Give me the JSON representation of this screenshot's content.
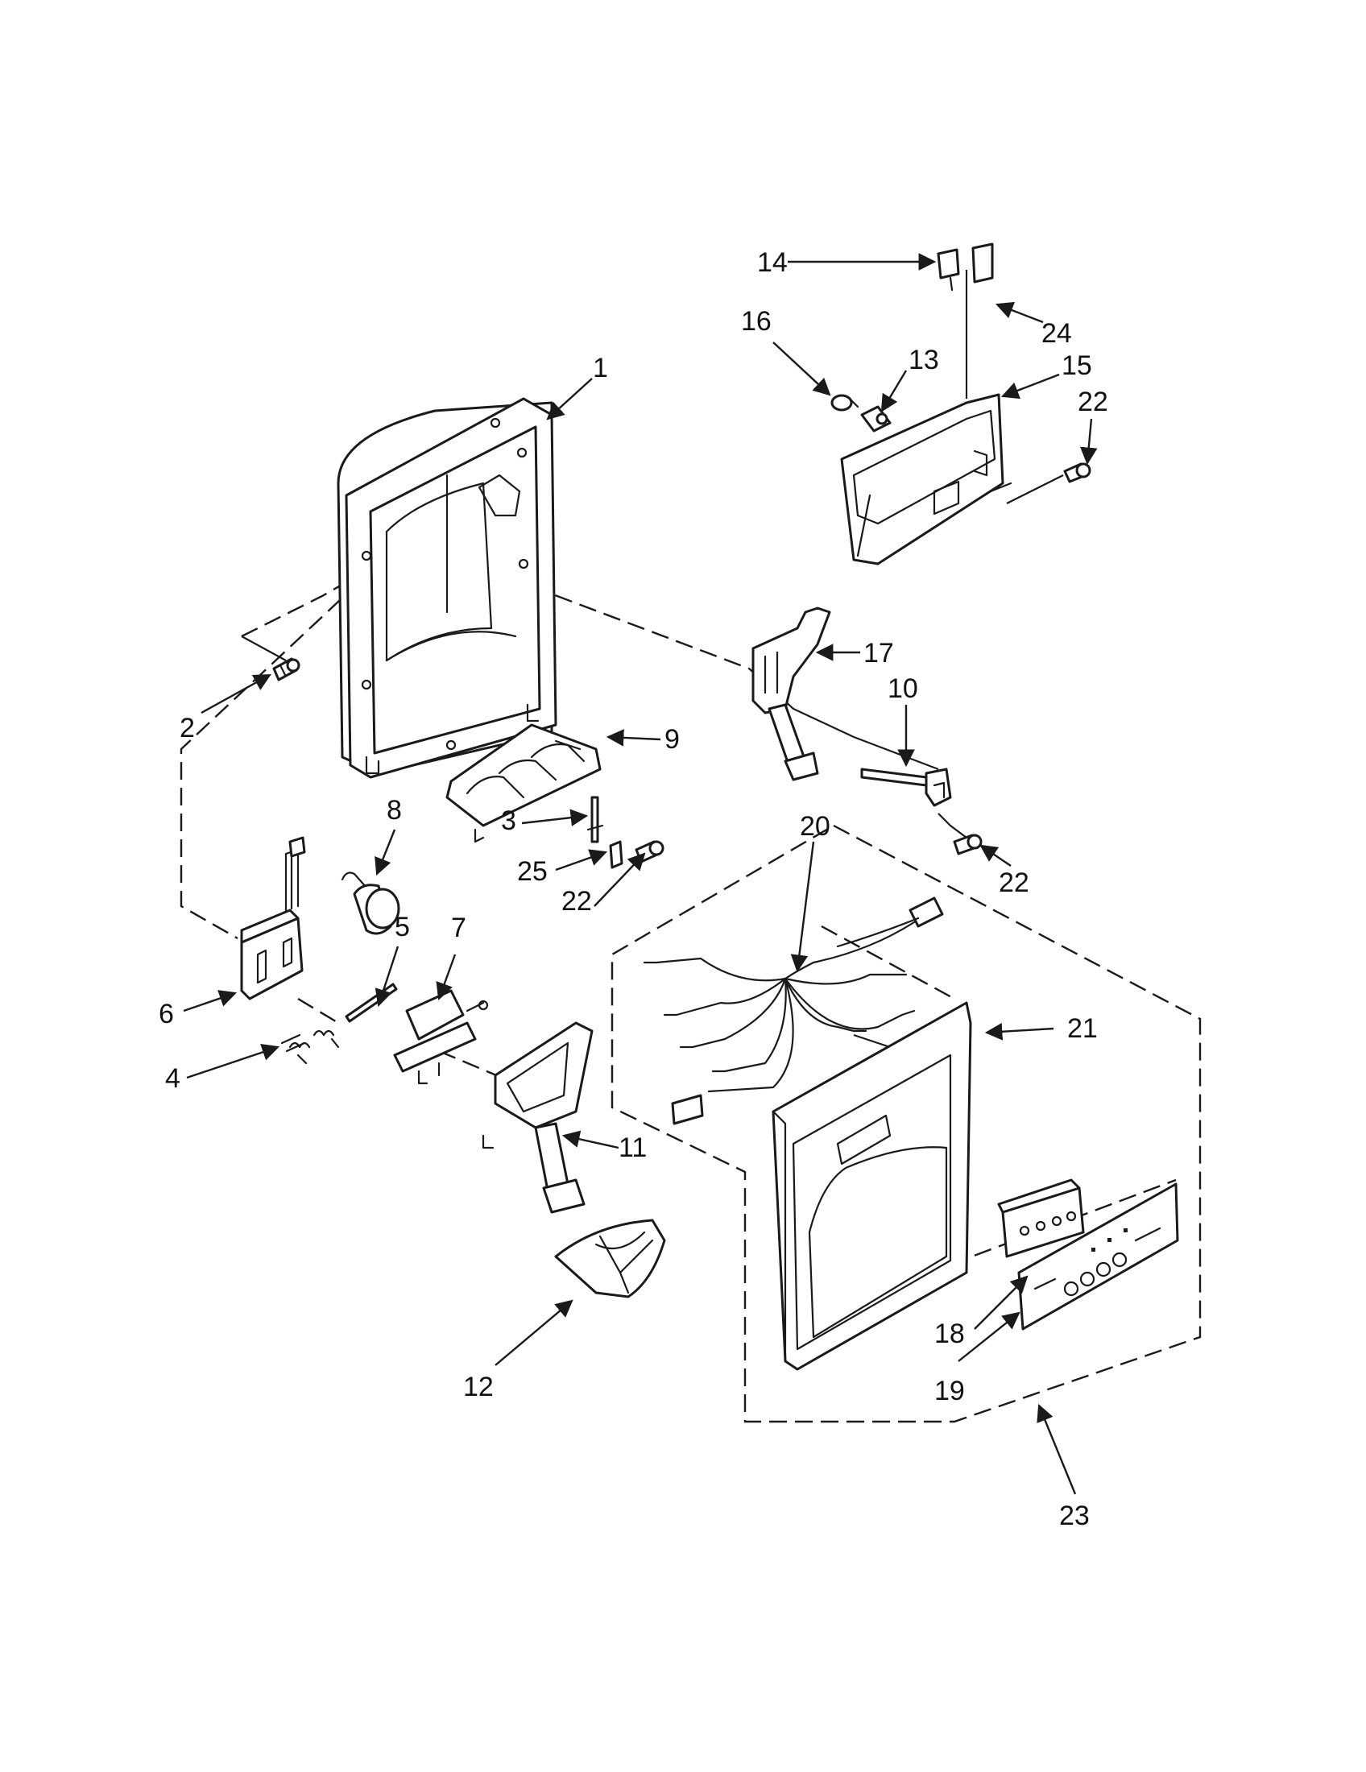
{
  "callouts": [
    {
      "id": "1",
      "text": "1"
    },
    {
      "id": "2",
      "text": "2"
    },
    {
      "id": "3",
      "text": "3"
    },
    {
      "id": "4",
      "text": "4"
    },
    {
      "id": "5",
      "text": "5"
    },
    {
      "id": "6",
      "text": "6"
    },
    {
      "id": "7",
      "text": "7"
    },
    {
      "id": "8",
      "text": "8"
    },
    {
      "id": "9",
      "text": "9"
    },
    {
      "id": "10",
      "text": "10"
    },
    {
      "id": "11",
      "text": "11"
    },
    {
      "id": "12",
      "text": "12"
    },
    {
      "id": "13",
      "text": "13"
    },
    {
      "id": "14",
      "text": "14"
    },
    {
      "id": "15",
      "text": "15"
    },
    {
      "id": "16",
      "text": "16"
    },
    {
      "id": "17",
      "text": "17"
    },
    {
      "id": "18",
      "text": "18"
    },
    {
      "id": "19",
      "text": "19"
    },
    {
      "id": "20",
      "text": "20"
    },
    {
      "id": "21",
      "text": "21"
    },
    {
      "id": "22a",
      "text": "22"
    },
    {
      "id": "22b",
      "text": "22"
    },
    {
      "id": "22c",
      "text": "22"
    },
    {
      "id": "23",
      "text": "23"
    },
    {
      "id": "24",
      "text": "24"
    },
    {
      "id": "25",
      "text": "25"
    }
  ],
  "colors": {
    "line": "#1a1a1a",
    "background": "#ffffff"
  }
}
